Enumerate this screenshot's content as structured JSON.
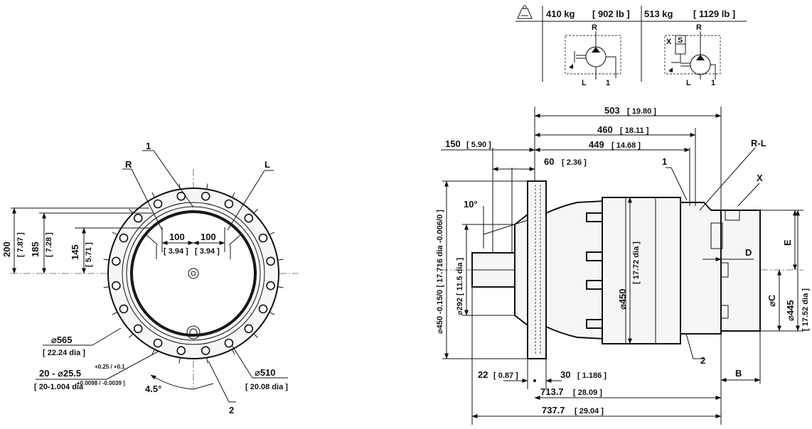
{
  "weights": {
    "w1": "410 kg",
    "w1_imp": "[ 902 lb ]",
    "w2": "513 kg",
    "w2_imp": "[ 1129 lb ]"
  },
  "hydraulic": {
    "port_r1": "R",
    "port_l1": "L",
    "port_11": "1",
    "port_r2": "R",
    "port_l2": "L",
    "port_12": "1",
    "port_x": "X",
    "port_s": "S"
  },
  "front_view": {
    "label_1": "1",
    "label_r": "R",
    "label_l": "L",
    "label_2": "2",
    "d200": "200",
    "d200_imp": "[ 7.87 ]",
    "d185": "185",
    "d185_imp": "[ 7.28 ]",
    "d145": "145",
    "d145_imp": "[ 5.71 ]",
    "d100a": "100",
    "d100b": "100",
    "d100a_imp": "[ 3.94 ]",
    "d100b_imp": "[ 3.94 ]",
    "d565": "⌀565",
    "d565_imp": "[ 22.24 dia ]",
    "holes": "20 - ⌀25.5",
    "holes_tol": "+0.25 / +0.1",
    "holes_imp": "[ 20-1.004 dia",
    "holes_imp_tol": "+0.0098 / -0.0039 ]",
    "angle": "4.5°",
    "d510": "⌀510",
    "d510_imp": "[ 20.08 dia ]"
  },
  "side_view": {
    "d503": "503",
    "d503_imp": "[ 19.80 ]",
    "d460": "460",
    "d460_imp": "[ 18.11 ]",
    "d449": "449",
    "d449_imp": "[ 14.68 ]",
    "d150": "150",
    "d150_imp": "[ 5.90 ]",
    "d60": "60",
    "d60_imp": "[ 2.36 ]",
    "label_1": "1",
    "label_rl": "R-L",
    "label_x": "X",
    "label_2": "2",
    "angle": "10°",
    "d450tol": "⌀450 -0.15/0 [ 17.716 dia -0.006/0 ]",
    "d292": "⌀292 [ 11.5 dia ]",
    "d450": "⌀450",
    "d450_imp": "[ 17.72 dia ]",
    "e": "E",
    "d": "D",
    "c": "⌀C",
    "d445": "⌀445",
    "d445_imp": "[ 17.52 dia ]",
    "d22": "22",
    "d22_imp": "[ 0.87 ]",
    "d30": "30",
    "d30_imp": "[ 1.186 ]",
    "b": "B",
    "d7137": "713.7",
    "d7137_imp": "[ 28.09 ]",
    "d7377": "737.7",
    "d7377_imp": "[ 29.04 ]"
  }
}
